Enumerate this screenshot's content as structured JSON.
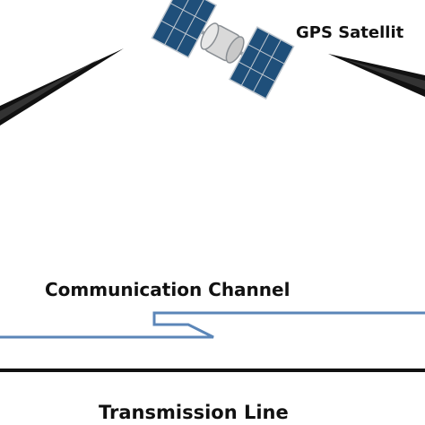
{
  "labels": {
    "satellite": "GPS Satellit",
    "channel": "Communication Channel",
    "line": "Transmission Line"
  },
  "colors": {
    "channel_line": "#5b86b8",
    "transmission_line": "#111111",
    "beam": "#111111",
    "satellite_panel": "#1f4f7a",
    "satellite_body": "#d9d9d9"
  },
  "icons": {
    "satellite": "satellite-icon"
  }
}
